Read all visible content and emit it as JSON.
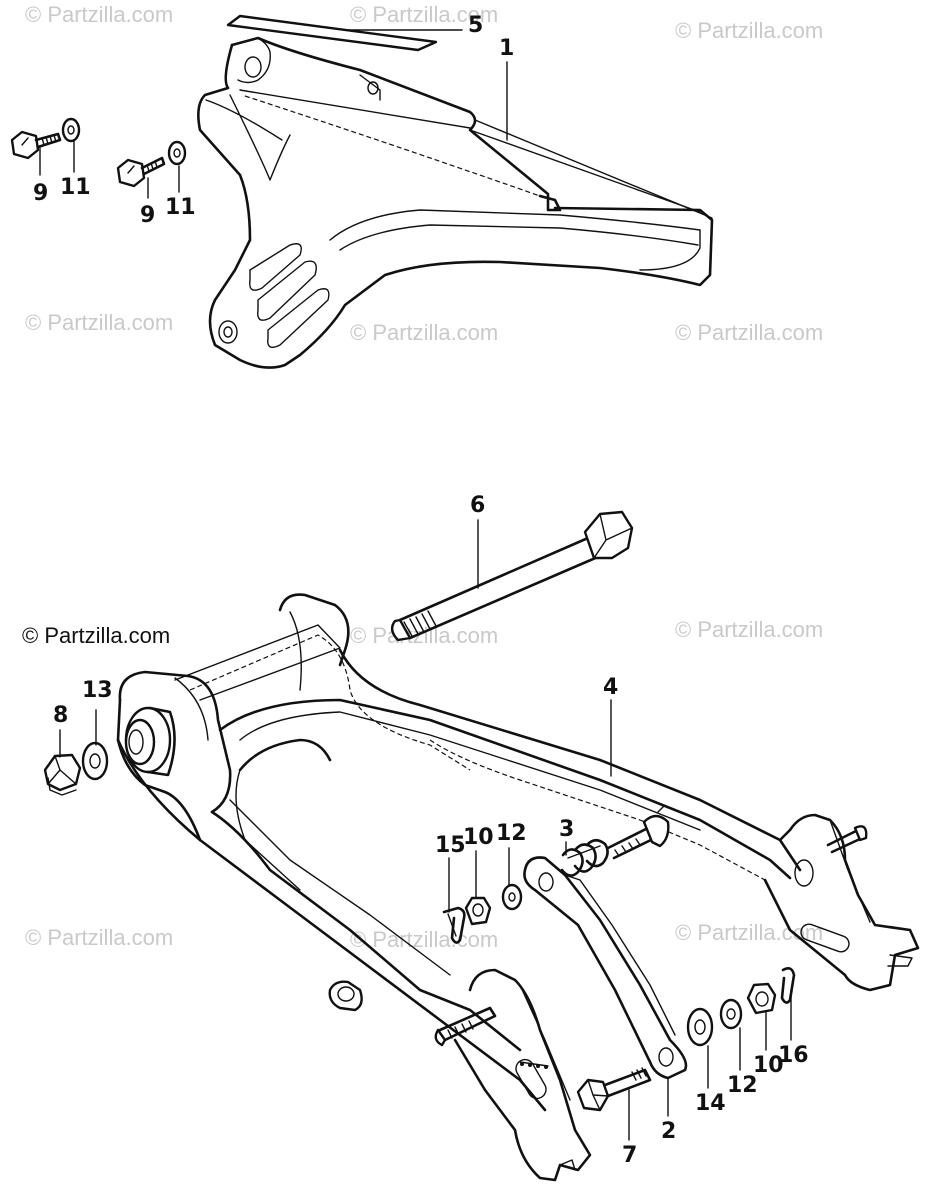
{
  "copyright": "© Partzilla.com",
  "watermark": "© Partzilla.com",
  "callouts": {
    "c1": "1",
    "c5": "5",
    "c9a": "9",
    "c11a": "11",
    "c9b": "9",
    "c11b": "11",
    "c6": "6",
    "c4": "4",
    "c13": "13",
    "c8": "8",
    "c15": "15",
    "c10a": "10",
    "c12a": "12",
    "c3": "3",
    "c16": "16",
    "c10b": "10",
    "c12b": "12",
    "c14": "14",
    "c2": "2",
    "c7": "7"
  }
}
